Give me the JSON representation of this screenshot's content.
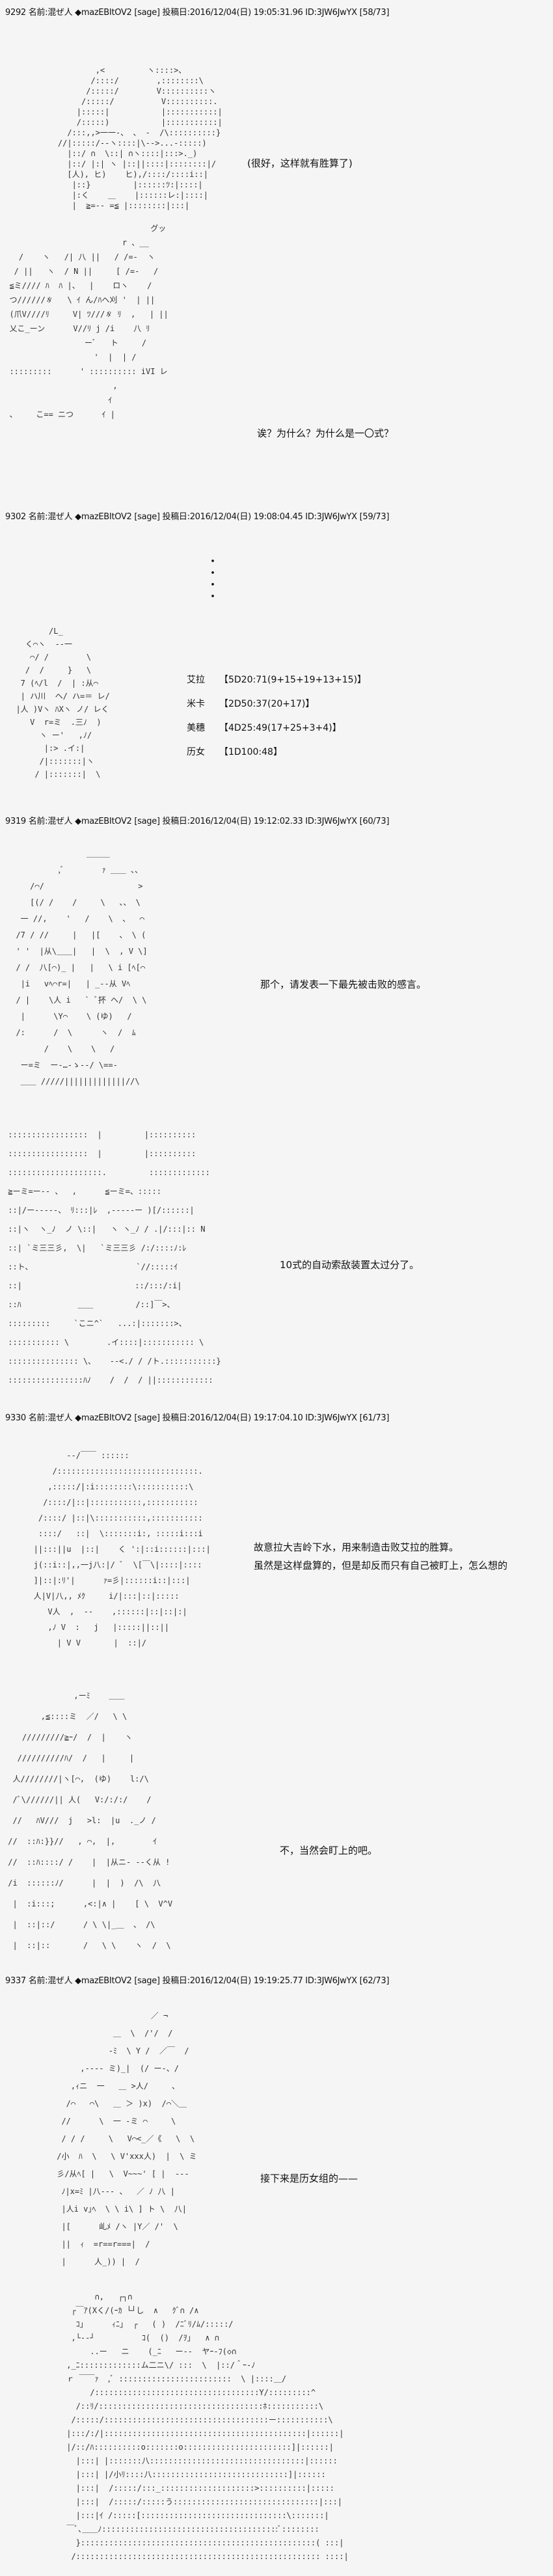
{
  "posts": [
    {
      "header": "9292 名前:混ぜ人 ◆mazEBItOV2 [sage] 投稿日:2016/12/04(日) 19:05:31.96 ID:3JW6JwYX [58/73]",
      "lines": [
        "(很好，这样就有胜算了)",
        "诶？为什么？为什么是一〇式？"
      ],
      "art": [
        [
          "            ,<         ヽ::::>、",
          "           /::::/        ,::::::::\\",
          "          /:::::/        V::::::::::ヽ",
          "         /:::::/          V::::::::::.",
          "        |:::::|           |:::::::::::|",
          "        /:::::)           |:::::::::::|",
          "      /:::,,>一一-、 、 -  /\\::::::::::}",
          "    //|:::::/--ヽ::::|\\-->...-:::::)",
          "      |::/ ∩  \\::| ∩ヽ::::|:::>._)",
          "      |::/ |:| ヽ |::||::::|::::::::|/",
          "      [人), ヒ)    ヒ),/::::/::::i::|",
          "       |::}         |::::::ﾂ:|::::|",
          "       |:く    ＿    |::::::レ:|::::|",
          "       |  ≧=-- =≦ |::::::::|:::|"
        ],
        [
          "                                グッ",
          "                          r 、__",
          "    /    ヽ   /| 八 ||   / /=-  ヽ",
          "   / ||   ヽ  / N ||     [ /=-   /",
          "  ≦ミ//// ﾊ  ﾊ |、  |    ロヽ    /",
          "  つ//////∦   \\ ｲ ん/ﾊヘ刈 '  | ||",
          "  (爪V////ﾘ     V| ﾂ///∦ ﾘ  ,   | ||",
          "  乂こ_ーン      V//ﾘ j /i    八 ﾘ",
          "                  ーﾞ   ト     /",
          "                    '  |  | /",
          "  :::::::::      ' :::::::::: iVI レ",
          "                        ,",
          "                       ｲ",
          "  、    こ== ニつ      ｲ |"
        ]
      ]
    },
    {
      "header": "9302 名前:混ぜ人 ◆mazEBItOV2 [sage] 投稿日:2016/12/04(日) 19:08:04.45 ID:3JW6JwYX [59/73]",
      "dots": [
        "・",
        "・",
        "・",
        "・"
      ],
      "art": [
        [
          "         /L_",
          "    く⌒ヽ  --一",
          "     ⌒/ /        \\",
          "    /  /     }   \\",
          "   7 (ﾍ/l  /  | :从⌒",
          "   | ハ川  ヘ/ ハ=＝ レ/",
          "  |人 )Vヽ ﾊXヽ ノ/ レく",
          "     V  r=ミ  .三ﾉ  )",
          "       ヽ ー'   ,ﾉ/",
          "        |:> .イ:|",
          "       /|:::::::|ヽ",
          "      / |:::::::|  \\"
        ]
      ],
      "stats": [
        {
          "name": "艾拉",
          "value": "【5D20:71(9+15+19+13+15)】"
        },
        {
          "name": "米卡",
          "value": "【2D50:37(20+17)】"
        },
        {
          "name": "美穗",
          "value": "【4D25:49(17+25+3+4)】"
        },
        {
          "name": "历女",
          "value": "【1D100:48】"
        }
      ]
    },
    {
      "header": "9319 名前:混ぜ人 ◆mazEBItOV2 [sage] 投稿日:2016/12/04(日) 19:12:02.33 ID:3JW6JwYX [60/73]",
      "lines": [
        "那个，请发表一下最先被击败的感言。",
        "10式的自动索敌装置太过分了。"
      ],
      "art": [
        [
          "                 ＿＿＿",
          "           ,ﾞ        ｧ ＿＿ 、、",
          "     /⌒/                    >",
          "     [(/ /    /     \\   、、 \\",
          "   一 //,    '   /    \\  、  ⌒",
          "  /7 / //     |   |[    、 \\ (",
          "  ' '  |从\\＿＿|   |  \\  , V \\]",
          "  / /  八[⌒)_ |   |   \\ i [ﾍ[⌒",
          "   |i   vﾍ⌒r=|   | _--从 Vﾍ",
          "  / |    \\人 i   ` ﾞ抔 ヘ/  \\ \\",
          "   |      \\Y⌒    \\ (ゆ)   /",
          "  /:      /  \\      ヽ  /  ﾑ",
          "        /    \\    \\   /",
          "   ー=ミ  ー‐…‐ゝ--/ \\==-",
          "   ＿＿ /////|||||||||||||//\\"
        ],
        [
          " :::::::::::::::::  |         |::::::::::",
          " :::::::::::::::::  |         |::::::::::",
          " ::::::::::::::::::::.         :::::::::::::",
          " ≧ーミ=ー-- 、  ,      ≦ーミ=、:::::",
          " ::|/ー-----、 ﾘ:::|ﾚ  ,-----ー )[/::::::|",
          " ::|ヽ  ヽ_ﾉ  ノ \\::|   ヽ ヽ_ﾉ / .|/:::|:: N",
          " ::| `ミ三三彡,  \\|   `ミ三三彡 /:/::::ﾉ:ﾚ",
          " ::ト、                      `//:::::ｲ",
          " ::|                        ::/:::/:i|",
          " ::ﾊ            ＿＿         /::]￣>、",
          " :::::::::     `こニ^`   ...:|:::::::>、",
          " ::::::::::: \\        .イ::::|::::::::::: \\",
          " ::::::::::::::: \\、   --<./ / /ト.:::::::::::}",
          " ::::::::::::::::ﾊﾉ    /  /  / ||::::::::::::"
        ]
      ]
    },
    {
      "header": "9330 名前:混ぜ人 ◆mazEBItOV2 [sage] 投稿日:2016/12/04(日) 19:17:04.10 ID:3JW6JwYX [61/73]",
      "lines": [
        "故意拉大吉岭下水，用来制造击败艾拉的胜算。",
        "虽然是这样盘算的，但是却反而只有自己被盯上，怎么想的",
        "不，当然会盯上的吧。"
      ],
      "art": [
        [
          "          --/￣￣ ::::::",
          "       /::::::::::::::::::::::::::::::.",
          "      ,:::::/|:i::::::::\\:::::::::::\\",
          "     /::::/|::|:::::::::::,:::::::::::",
          "    /::::/ |::|\\:::::::::::,:::::::::::",
          "    ::::/   ::|  \\:::::::i:, :::::i:::i",
          "   ||:::||u  |::|    く ':|::i::::::|:::|",
          "   j(::i::|,,一j八:|/ ﾞ  \\[￣\\|::::|::::",
          "   ]|::|:ﾘ'|      ｧ=彡|::::::i::|:::|",
          "   人|V|八,, ﾒｸ     i/|:::|::|:::::",
          "      V人  ,  --    ,::::::|::|::|:|",
          "      ,ﾉ V  :   j   |:::::||::||",
          "        | V V       |  ::|/"
        ],
        [
          "               ,ーﾐ    ＿＿",
          "        ,≦::::ミ  ／/   \\ \\",
          "    /////////≧ｰ/  /  |    ヽ",
          "   //////////ﾊ/  /   |     |",
          "  人////////|ヽ[⌒,  (ゆ)    l:/\\",
          "  /ﾞ\\//////|| 人(   V:/:/:/    /",
          "  //   ﾊV///  j   >l:  |u  ._ノ /",
          " //  ::ﾊ:}}//   , ⌒,  |,        ｲ",
          " //  ::ﾊ::::/ /    |  |从ニ- --く从 !",
          " /i  ::::::ﾉ/      |  |  )  /\\  八",
          "  |  :i:::;      ,<:|∧ |    [ \\  V^V",
          "  |  ::|::/      / \\ \\|_＿  、 /\\",
          "  |  ::|::       /   \\ \\    ヽ  /  \\"
        ]
      ]
    },
    {
      "header": "9337 名前:混ぜ人 ◆mazEBItOV2 [sage] 投稿日:2016/12/04(日) 19:19:25.77 ID:3JW6JwYX [62/73]",
      "lines": [
        "接下来是历女组的——"
      ],
      "art": [
        [
          "                     ／ ¬",
          "             ＿  \\  /'/  /",
          "            -ﾐ  \\ Y /  ／￣  /",
          "      ,---- ミ)_|  (/ ー-、/",
          "    ,ｨニ  一   ＿ >人/     、",
          "   /⌒   ⌒\\   ＿ ＞ )x)  /⌒＼＿",
          "  //      \\  一 -ミ ⌒     \\",
          "  / / /     \\   V⌒<_／《   \\  \\",
          " /小  ﾊ  \\   \\ V'xxx人)  |  \\ ミ",
          " 彡/从ﾍ[ |   \\  V~~~' [ |  ‐--",
          "  ﾉ|x=ﾐ |八--- 、  ／ ﾉ 八 |",
          "  |人i v｣ﾍ  \\ \\ i\\ ] ト \\  八|",
          "  |[      乢ﾒ /ヽ |Y／ /'  \\",
          "  ||  ｨ  =r==r===|  /",
          "  |      人_)) |  /"
        ],
        [
          "       ∩,   ┌┐∩",
          "  ┌￣ｱ(Xく/(ｰｶ └┘し  ∧   ｸﾞ∩ /∧",
          "   ｺ｣      ｨﾆ｣  ┌   ( )  /ﾆﾞﾘ/ﾑ/:::::/",
          "  ,└--┘          ｺ(  ()  /ｦ｣   ∧ ∩",
          "      ..ー   ニ    (_ﾆ   ー--  ヤｰ-ﾌ(◇∩",
          " ,_ﾆ:::::::::::::ム二ニ\\/ :::  \\  |::/＾ｰ-ﾉ",
          " ｒ ￣￣ｧ  ,ﾞ ::::::::::::::::::::::::  \\ |::::＿/",
          "      /:::::::::::::::::::::::::::::::::::Y/:::::::::^",
          "   /::ﾘ/:::::::::::::::::::::::::::::::::::ﾎ:::::::::::\\",
          "  /:::::/:::::::::::::::::::::::::::::::::::ー:::::::::::\\",
          " |:::/:/|:::::::::::::::::::::::::::::::::::::::::::|::::::|",
          " |/::/ﾊ::::::::::o:::::::o:::::::::::::::::::::::]|::::::|",
          "   |:::| |:::::::八:::::::::::::::::::::::::::::::::|::::::",
          "   |:::| |/小ﾘ::::八:::::::::::::::::::::::::::::]|::::::",
          "   |:::|  /:::::/:::_::::::::::::::::::::>::::::::::|:::::",
          "   |:::|  /:::::/:::::う:::::::::::::::::::::::::::::::|:::|",
          "   |:::|ｲ /:::::[:::::::::::::::::::::::::::::::\\:::::::|",
          " ￣ﾞ､＿＿ﾉ::::::::::::::::::::::::::::::::::::::ﾞ::::::::",
          "   }::::::::::::::::::::::::::::::::::::::::::::::::::( :::|",
          "  /:::::::::::::::::::::::::::::::::::::::::::::::::::: ::::|"
        ]
      ]
    }
  ]
}
